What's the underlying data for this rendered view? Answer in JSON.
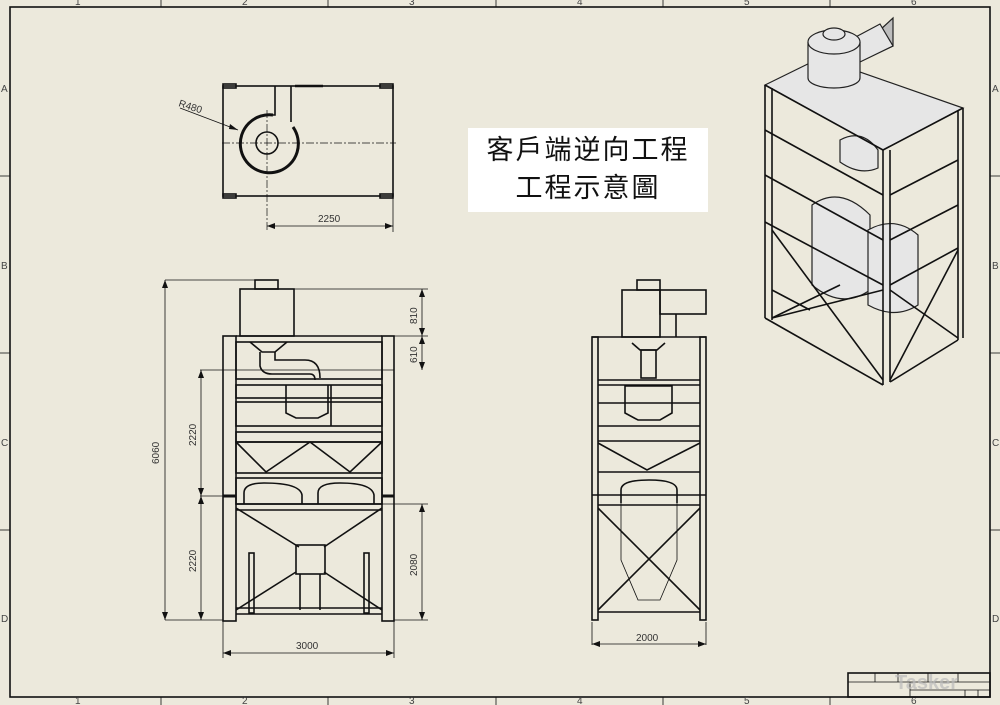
{
  "sheet": {
    "zone_columns": [
      "1",
      "2",
      "3",
      "4",
      "5",
      "6"
    ],
    "zone_rows": [
      "A",
      "B",
      "C",
      "D"
    ],
    "background_color": "#ece9dc"
  },
  "title_box": {
    "line1": "客戶端逆向工程",
    "line2": "工程示意圖"
  },
  "top_view": {
    "radius_label": "R480",
    "width_dim": "2250"
  },
  "front_view": {
    "overall_height": "6060",
    "upper_section": "2220",
    "lower_section": "2220",
    "fan_height": "810",
    "top_band": "610",
    "bracing_height": "2080",
    "width": "3000"
  },
  "side_view": {
    "width": "2000"
  },
  "title_block": {
    "watermark": "Tasker"
  }
}
